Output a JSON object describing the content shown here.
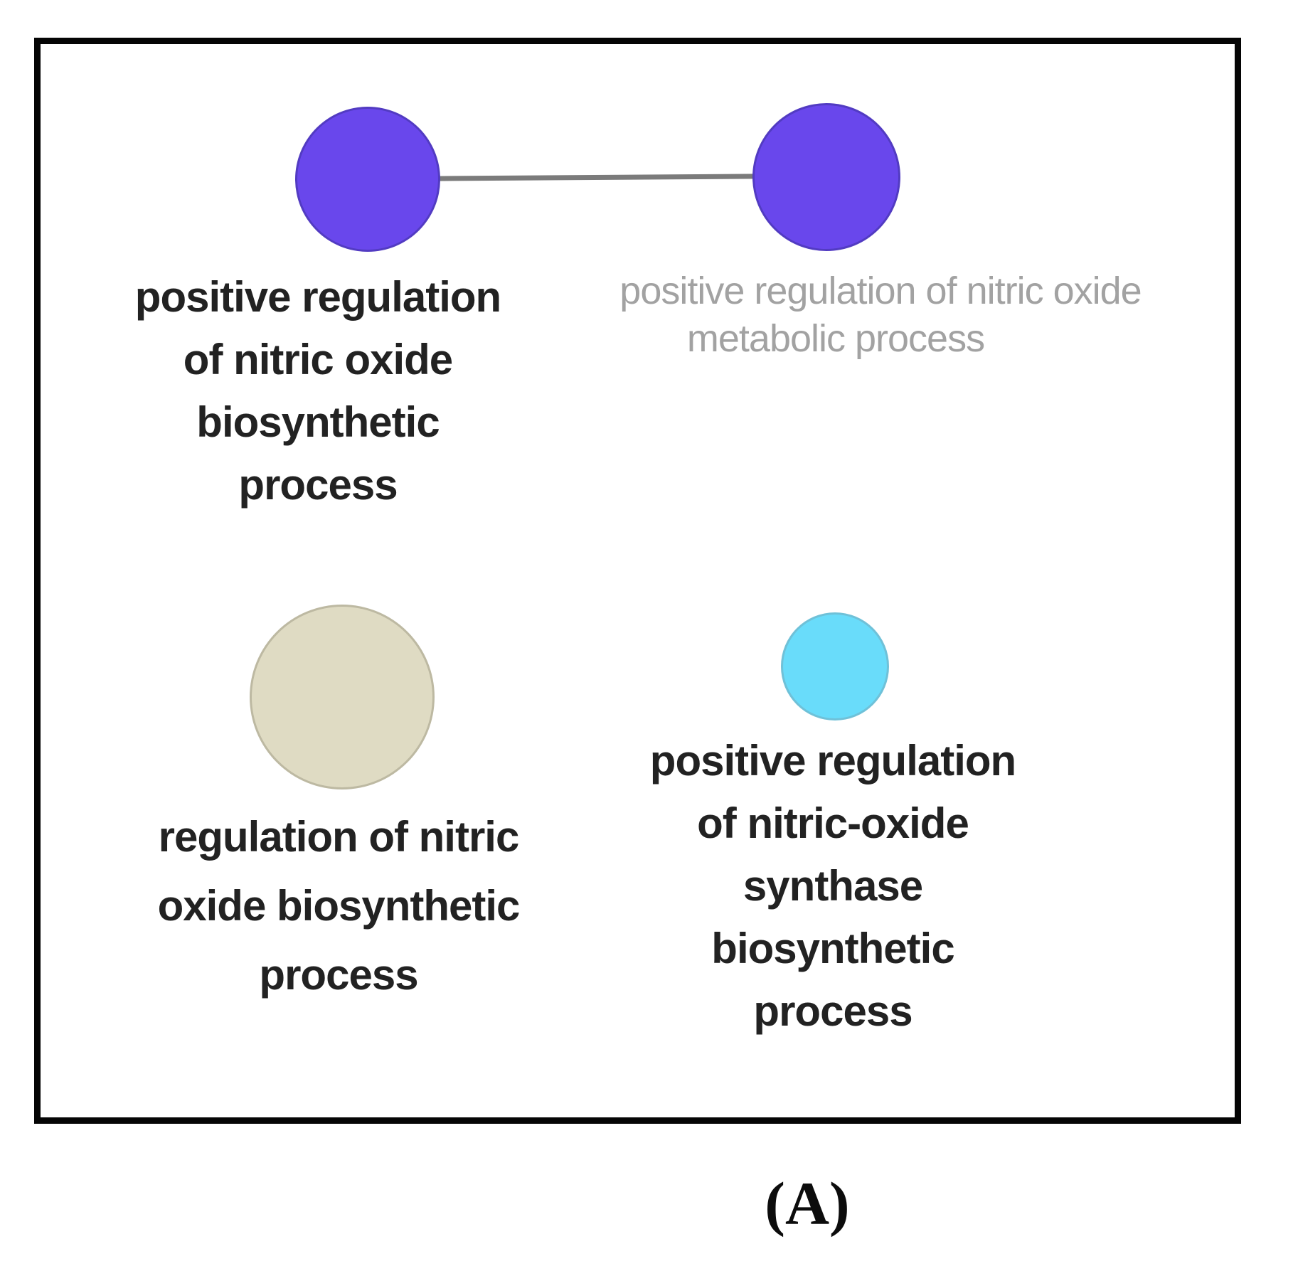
{
  "figure": {
    "panel_label": "(A)"
  },
  "network": {
    "nodes": [
      {
        "id": "positive-regulation-of-nitric-oxide-biosynthetic-process",
        "label": "positive regulation of nitric oxide biosynthetic process",
        "lines": [
          "positive regulation",
          "of nitric oxide",
          "biosynthetic",
          "process"
        ],
        "color": "#6947EC",
        "label_style": "bold-dark",
        "size": "large"
      },
      {
        "id": "positive-regulation-of-nitric-oxide-metabolic-process",
        "label": "positive regulation of nitric oxide metabolic process",
        "lines": [
          "positive regulation of nitric oxide",
          "metabolic process"
        ],
        "color": "#6947EC",
        "label_style": "gray",
        "size": "large"
      },
      {
        "id": "regulation-of-nitric-oxide-biosynthetic-process",
        "label": "regulation of nitric oxide biosynthetic process",
        "lines": [
          "regulation of nitric",
          "oxide biosynthetic",
          "process"
        ],
        "color": "#DFDBC3",
        "label_style": "bold-dark",
        "size": "extra-large"
      },
      {
        "id": "positive-regulation-of-nitric-oxide-synthase-biosynthetic-process",
        "label": "positive regulation of nitric-oxide synthase biosynthetic process",
        "lines": [
          "positive regulation",
          "of nitric-oxide",
          "synthase",
          "biosynthetic",
          "process"
        ],
        "color": "#69DCFA",
        "label_style": "bold-dark",
        "size": "small"
      }
    ],
    "edges": [
      {
        "source": "positive-regulation-of-nitric-oxide-biosynthetic-process",
        "target": "positive-regulation-of-nitric-oxide-metabolic-process",
        "color": "#7B7B7B"
      }
    ],
    "colors": {
      "frame_border": "#050505",
      "bold_label_text": "#222222",
      "gray_label_text": "#A2A2A2",
      "background": "#FFFFFF"
    }
  }
}
